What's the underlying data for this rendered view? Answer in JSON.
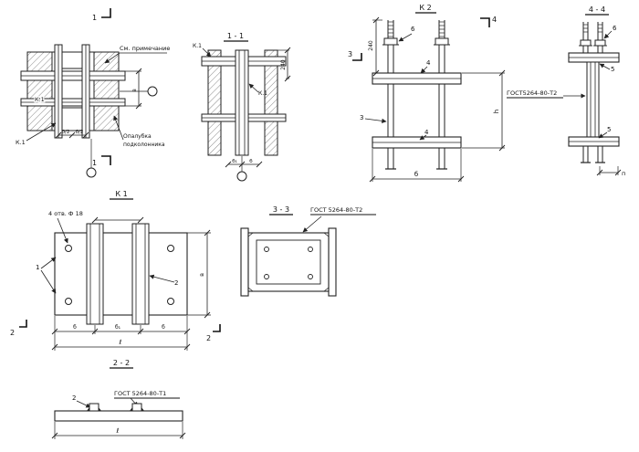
{
  "plan": {
    "marker_top": "1",
    "marker_bottom": "1",
    "note": "См. примечание",
    "k1_inner": "К.1",
    "k1_outer": "К.1",
    "formwork_line1": "Опалубка",
    "formwork_line2": "подколонника",
    "dim_half_left": "б/2",
    "dim_half_right": "б/2",
    "dim_side": "в"
  },
  "section11": {
    "title": "1 - 1",
    "k1_top": "К.1",
    "k1_right": "К.1",
    "dim_240": "240",
    "dim_b1": "б₁",
    "dim_b": "б"
  },
  "k2": {
    "title": "К 2",
    "dim_240": "240",
    "label_6": "6",
    "label_4_top": "4",
    "label_3": "3",
    "label_4_bottom": "4",
    "marker_3": "3",
    "marker_4": "4",
    "dim_b": "б",
    "dim_h": "h"
  },
  "s44": {
    "title": "4 - 4",
    "gost": "ГОСТ5264-80-Т2",
    "label_6": "6",
    "label_5_top": "5",
    "label_5_bottom": "5",
    "dim_p": "п"
  },
  "k1view": {
    "title": "К 1",
    "holes": "4 отв. Ф 18",
    "label_1": "1",
    "label_2": "2",
    "dim_b_left": "б",
    "dim_b1": "б₁",
    "dim_b_right": "б",
    "dim_total": "ℓ",
    "dim_v": "в",
    "marker_left": "2",
    "marker_right": "2"
  },
  "s33": {
    "title": "3 - 3",
    "gost": "ГОСТ 5264-80-Т2"
  },
  "s22": {
    "title": "2 - 2",
    "gost": "ГОСТ 5264-80-Т1",
    "label_2": "2",
    "dim_total": "ℓ"
  }
}
